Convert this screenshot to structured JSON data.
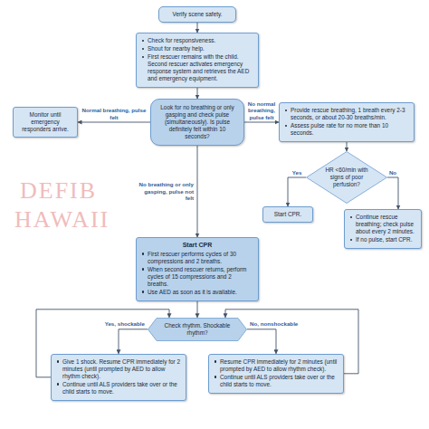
{
  "diagram": {
    "nodes": [
      {
        "text": [
          "Verify scene safety."
        ]
      },
      {
        "text": [
          "Check for responsiveness.",
          "Shout for nearby help.",
          "First rescuer remains with the child. Second rescuer activates emergency response system and retrieves the AED and emergency equipment."
        ]
      },
      {
        "text": [
          "Look for no breathing or only gasping and check pulse (simultaneously). Is pulse definitely felt within 10 seconds?"
        ]
      },
      {
        "text": [
          "Monitor until emergency responders arrive."
        ]
      },
      {
        "text": [
          "Provide rescue breathing, 1 breath every 2-3 seconds, or about 20-30 breaths/min.",
          "Assess pulse rate for no more than 10 seconds."
        ]
      },
      {
        "text": [
          "HR <60/min with signs of poor perfusion?"
        ]
      },
      {
        "text": [
          "Start CPR."
        ]
      },
      {
        "text": [
          "Continue rescue breathing; check pulse about every 2 minutes.",
          "If no pulse, start CPR."
        ]
      },
      {
        "text": [
          "Start CPR",
          "First rescuer performs cycles of 30 compressions and 2 breaths.",
          "When second rescuer returns, perform cycles of 15 compressions and 2 breaths.",
          "Use AED as soon as it is available."
        ]
      },
      {
        "text": [
          "Check rhythm. Shockable rhythm?"
        ]
      },
      {
        "text": [
          "Give 1 shock. Resume CPR immediately for 2 minutes (until prompted by AED to allow rhythm check).",
          "Continue until ALS providers take over or the child starts to move."
        ]
      },
      {
        "text": [
          "Resume CPR immediately for 2 minutes (until prompted by AED to allow rhythm check).",
          "Continue until ALS providers take over or the child starts to move."
        ]
      }
    ],
    "edges": [
      {
        "from": 0,
        "to": 1,
        "arrow": "to"
      },
      {
        "from": 1,
        "to": 2,
        "arrow": "to"
      },
      {
        "from": 2,
        "to": 3,
        "label": "Normal breathing, pulse felt",
        "arrow": "to"
      },
      {
        "from": 2,
        "to": 4,
        "label": "No normal breathing, pulse felt",
        "arrow": "to"
      },
      {
        "from": 2,
        "to": 8,
        "label": "No breathing or only gasping, pulse not felt",
        "arrow": "to"
      },
      {
        "from": 4,
        "to": 5,
        "arrow": "to"
      },
      {
        "from": 5,
        "to": 6,
        "label": "Yes",
        "arrow": "to"
      },
      {
        "from": 5,
        "to": 7,
        "label": "No",
        "arrow": "to"
      },
      {
        "from": 8,
        "to": 9,
        "arrow": "to"
      },
      {
        "from": 9,
        "to": 10,
        "label": "Yes, shockable",
        "arrow": "to"
      },
      {
        "from": 9,
        "to": 11,
        "label": "No, nonshockable",
        "arrow": "to"
      },
      {
        "from": 10,
        "to": 9,
        "arrow": "to"
      },
      {
        "from": 11,
        "to": 9,
        "arrow": "to"
      }
    ],
    "labels": [
      "DEFIB",
      "HAWAII"
    ]
  }
}
